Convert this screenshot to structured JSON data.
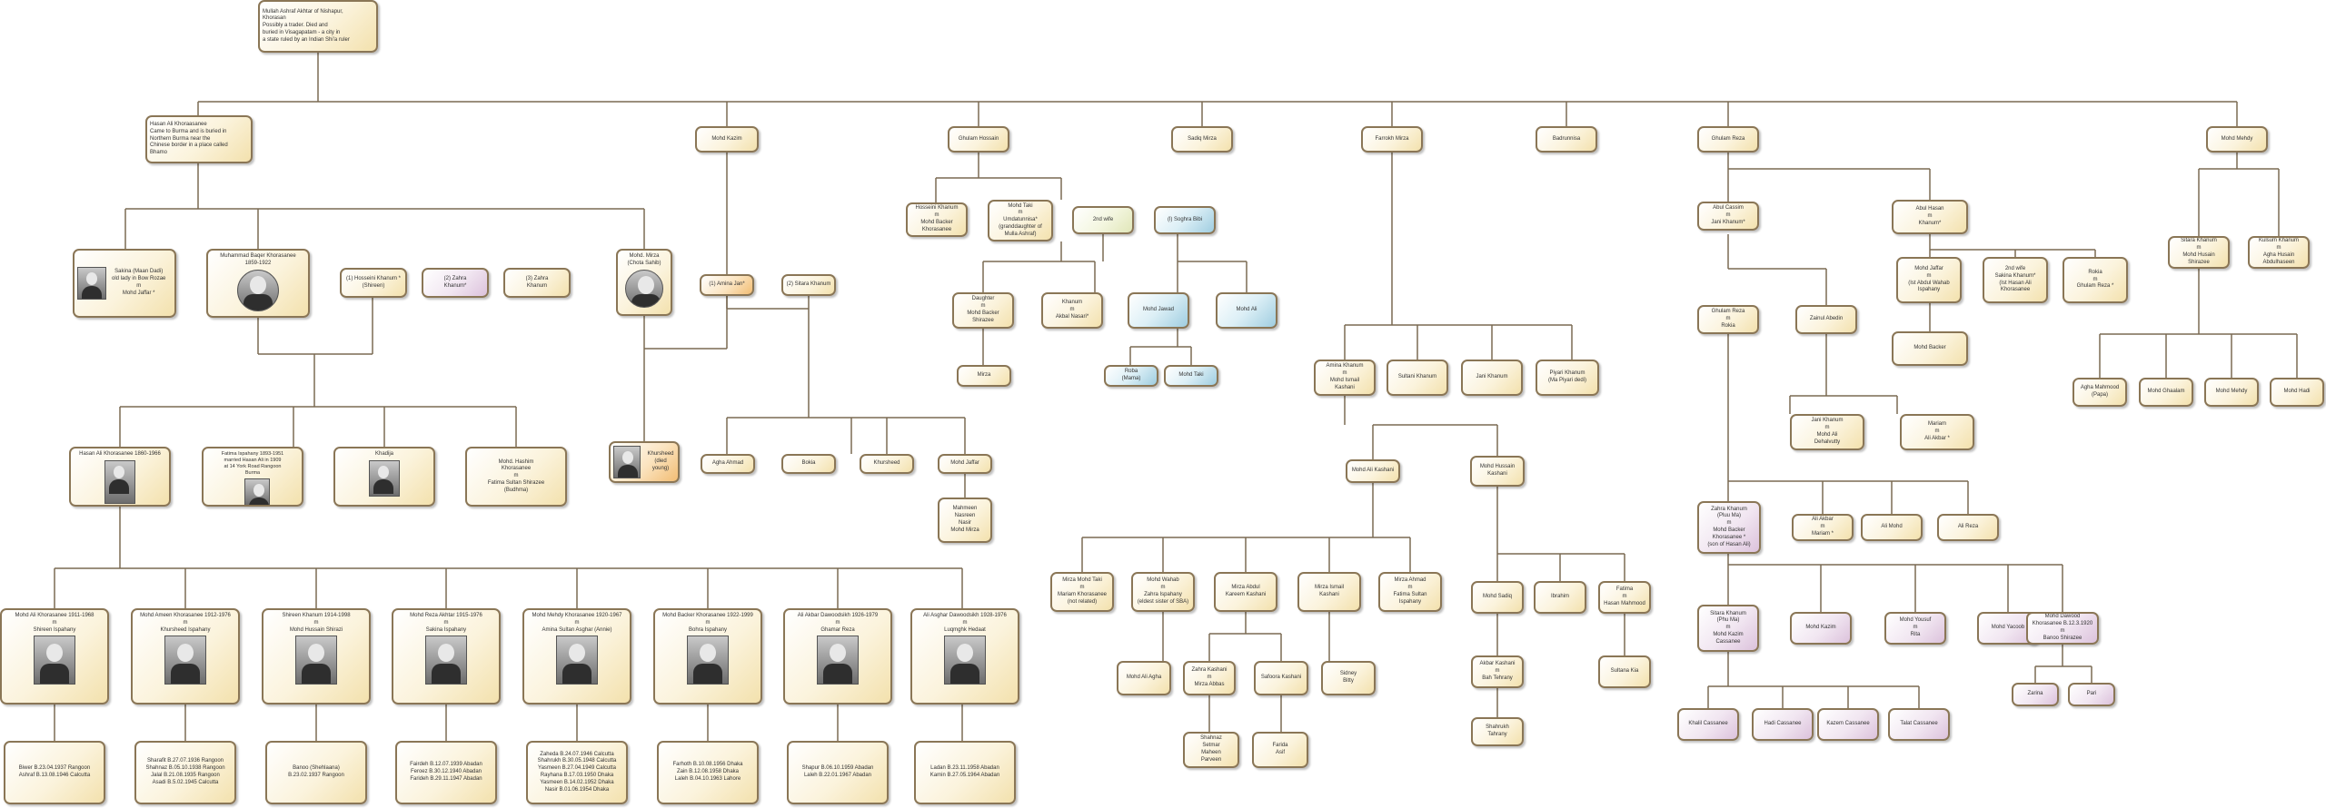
{
  "nodes": {
    "root": "Mullah Ashraf Akhtar of Nishapur,\nKhorasan\nPossibly a trader. Died and\nburied in Visagapatam - a city in\na state ruled by an Indian Shi'a ruler",
    "hasan_ali": "Hasan Ali Khoraasanee\nCame to Burma and is buried in\nNorthern Burma near the\nChinese border in a place called\nBhamo",
    "mohd_kazim": "Mohd Kazim",
    "ghulam_hossain": "Ghulam Hossain",
    "sadiq_mirza": "Sadiq Mirza",
    "farrokh_mirza": "Farrokh Mirza",
    "badrunnisa": "Badrunnisa",
    "ghulam_reza": "Ghulam Reza",
    "mohd_mehdy": "Mohd Mehdy",
    "sakina": "Sakina (Maan Dadi)\nold lady in Bow Rozae\nm\nMohd Jaffar *",
    "muhammad_baqer": "Muhammad Baqer Khorasanee\n1859-1922",
    "hosseini_1": "(1) Hosseini Khanum *\n(Shireen)",
    "zahra_2": "(2) Zahra\nKhanum*",
    "zahra_3": "(3) Zahra\nKhanum",
    "mohd_mirza_chota": "Mohd. Mirza\n(Chota Sahib)",
    "amina_1": "(1) Amina Jan*",
    "sitara_2": "(2) Sitara Khanum",
    "hosseini_khanum": "Hosseini Khanum\nm\nMohd Backer\nKhorasanee",
    "mohd_taki": "Mohd Taki\nm\nUmdatunnisa*\n(granddaughter of\nMulla Ashraf)",
    "wife_2nd": "2nd wife",
    "soghra_bibi": "(l) Soghra Bibi",
    "daughter": "Daughter\nm\nMohd Backer\nShirazee",
    "khanum_akbar": "Khanum\nm\nAkbal Nasari*",
    "mohd_jawad": "Mohd Jawad",
    "mohd_ali_b": "Mohd Ali",
    "mirza": "Mirza",
    "roba": "Roba\n(Mama)",
    "mohd_taki_b": "Mohd Taki",
    "hasan_ali_kh": "Hasan Ali Khorasanee 1860-1966",
    "fatima_ispahany": "Fatima Ispahany 1893-1951\nmarried Hasan Ali in 1909\nat 14 York Road Rangoon\nBurma",
    "khadija": "Khadija",
    "mohd_hashim": "Mohd. Hashim\nKhorasanee\nm\nFatima Sultan Shirazee\n(Budhma)",
    "khursheed_dy": "Khursheed\n(died young)",
    "agha_ahmad": "Agha Ahmad",
    "bokia": "Bokia",
    "khursheed": "Khursheed",
    "mohd_jaffar": "Mohd Jaffar",
    "mahmeen": "Mahmeen\nNasreen\nNasir\nMohd Mirza",
    "amina_khanum": "Amina Khanum\nm\nMohd Ismail\nKashani",
    "sultani_khanum": "Sultani Khanum",
    "jani_khanum": "Jani Khanum",
    "piyari_khanum": "Piyari Khanum\n(Ma Piyari dedi)",
    "mohd_ali_kashani": "Mohd Ali Kashani",
    "mohd_hussain_kashani": "Mohd Hussain\nKashani",
    "mirza_mohd_taki": "Mirza Mohd Taki\nm\nMariam Khorasanee\n(not related)",
    "mohd_wahab": "Mohd Wahab\nm\nZahra Ispahany\n(eldest sister of SBA)",
    "mirza_abdul_kareem": "Mirza Abdul\nKareem Kashani",
    "mirza_ismail": "Mirza Ismail\nKashani",
    "mirza_ahmad": "Mirza Ahmad\nm\nFatima Sultan\nIspahany",
    "mohd_sadiq": "Mohd Sadiq",
    "ibrahim": "Ibrahim",
    "fatima_hasan": "Fatima\nm\nHasan Mahmood",
    "mohd_ali_agha": "Mohd Ali Agha",
    "zahra_kashani": "Zahra Kashani\nm\nMirza Abbas",
    "safoora": "Safoora Kashani",
    "sidney": "Sidney\nBitty",
    "akbar_kashani": "Akbar Kashani\nm\nBah Tehrany",
    "sultana_kia": "Sultana Kia",
    "shahnaz": "Shahnaz\nSetmar\nMaheen\nParveen",
    "farida": "Farida\nAsif",
    "shahrukh": "Shahrukh\nTahrany",
    "abul_cassim": "Abul Cassim\nm\nJani Khanum*",
    "abul_hasan": "Abul Hasan\nm\nKhanum*",
    "mohd_jaffar_r": "Mohd Jaffar\nm\n(Ist Abdul Wahab\nIspahany",
    "wife_2nd_r": "2nd wife\nSakina Khanum*\n(Ist Hasan Ali\nKhorasanee",
    "rokia": "Rokia\nm\nGhulam Reza *",
    "ghulam_reza_b": "Ghulam Reza\nm\nRokia",
    "zainul_abedin": "Zainul Abedin",
    "mohd_backer_r": "Mohd Backer",
    "jani_khanum_r": "Jani Khanum\nm\nMohd Ali\nDehalvutty",
    "mariam": "Mariam\nm\nAli Akbar *",
    "zahra_khanum": "Zahra Khanum\n(Pluu Ma)\nm\nMohd Backer\nKhorasanee *\n(son of Hasan Ali)",
    "ali_akbar": "Ali Akbar\nm\nMariam *",
    "ali_mohd": "Ali Mohd",
    "ali_reza": "Ali Reza",
    "sitara_khanum_r": "Sitara Khanum\n(Phu Ma)\nm\nMohd Kazim\nCassanee",
    "mohd_kazim_r": "Mohd Kazim",
    "mohd_yousuf": "Mohd Yousuf\nm\nRita",
    "mohd_yacoob": "Mohd Yacoob",
    "mohd_dawood": "Mohd Dawood\nKhorasanee B.12.3.1920\nm\nBanoo Shirazee",
    "khalil": "Khalil Cassanee",
    "hadi": "Hadi Cassanee",
    "kazem": "Kazem Cassanee",
    "talat": "Talat Cassanee",
    "zarina": "Zarina",
    "pari": "Pari",
    "sitara_m": "Sitara Khanum\nm\nMohd Husain\nShirazee",
    "kulsum": "Kulsum Khanum\nm\nAgha Husain\nAbdulhaseen",
    "agha_mahmood": "Agha Mahmood\n(Papa)",
    "mohd_ghaalam": "Mohd Ghaalam",
    "mohd_mehdy_b": "Mohd Mehdy",
    "mohd_hadi": "Mohd Hadi",
    "gen3_1": "Mohd Ali Khorasanee 1911-1968\nm\nShireen Ispahany",
    "gen3_2": "Mohd Ameen Khorasanee 1912-1976\nm\nKhursheed Ispahany",
    "gen3_3": "Shireen Khanum 1914-1998\nm\nMohd Hussain Shirazi",
    "gen3_4": "Mohd Reza Akhtar 1915-1976\nm\nSakina Ispahany",
    "gen3_5": "Mohd Mehdy Khorasanee 1920-1967\nm\nAmina Sultan Asghar (Annie)",
    "gen3_6": "Mohd Backer Khorasanee 1922-1999\nm\nBohra Ispahany",
    "gen3_7": "Ali Akbar Dawoodsikh 1926-1979\nm\nGhamar Reza",
    "gen3_8": "Ali Asghar Dawoodsikh 1928-1976\nm\nLuqmghk Hedaat",
    "gen4_1": "Biwer B.23.04.1937 Rangoon\nAshraf B.13.08.1946 Calcutta",
    "gen4_2": "Sharafit B.27.07.1936 Rangoon\nShahnaz B.05.10.1938 Rangoon\nJalal B.21.08.1935 Rangoon\nAsadi B.5.02.1945 Calcutta",
    "gen4_3": "Banoo (Shehlaana)\nB.23.02.1937 Rangoon",
    "gen4_4": "Fairdeh B.12.07.1939 Abadan\nFeroez B.30.12.1940 Abadan\nFarideh B.29.11.1947 Abadan",
    "gen4_5": "Zaheda B.24.07.1946 Calcutta\nShahrukh B.30.05.1948 Calcutta\nYasmeen B.27.04.1949 Calcutta\nRayhana B.17.03.1950 Dhaka\nYasmeen B.14.02.1952 Dhaka\nNasir B.01.06.1954 Dhaka",
    "gen4_6": "Farhoth B.10.08.1956 Dhaka\nZain B.12.08.1958 Dhaka\nLaleh B.04.10.1963 Lahore",
    "gen4_7": "Shapur B.06.10.1959 Abadan\nLaleh B.22.01.1967 Abadan",
    "gen4_8": "Ladan B.23.11.1958 Abadan\nKamin B.27.05.1964 Abadan"
  }
}
